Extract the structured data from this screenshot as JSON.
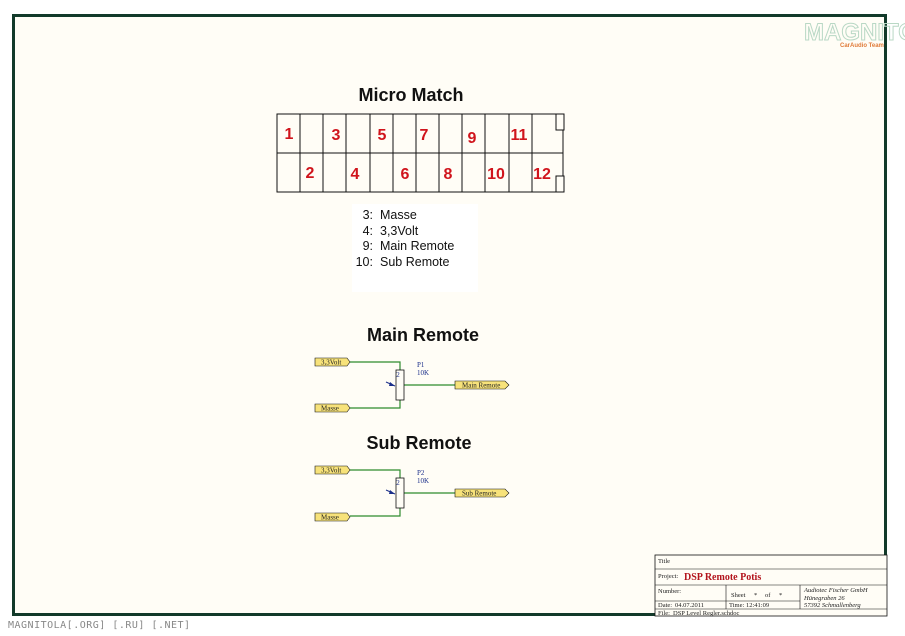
{
  "logo": {
    "brand": "MAGNITOLA",
    "tagline": "CarAudio Team"
  },
  "connector": {
    "title": "Micro Match",
    "top_pins": [
      "1",
      "3",
      "5",
      "7",
      "9",
      "11"
    ],
    "bottom_pins": [
      "2",
      "4",
      "6",
      "8",
      "10",
      "12"
    ],
    "legend": [
      {
        "num": "3:",
        "label": "Masse"
      },
      {
        "num": "4:",
        "label": "3,3Volt"
      },
      {
        "num": "9:",
        "label": "Main Remote"
      },
      {
        "num": "10:",
        "label": "Sub Remote"
      }
    ]
  },
  "main_remote": {
    "title": "Main Remote",
    "net_supply": "3,3Volt",
    "net_ground": "Masse",
    "ref": "P1",
    "value": "10K",
    "pin_mark": "2",
    "net_out": "Main Remote"
  },
  "sub_remote": {
    "title": "Sub Remote",
    "net_supply": "3,3Volt",
    "net_ground": "Masse",
    "ref": "P2",
    "value": "10K",
    "pin_mark": "2",
    "net_out": "Sub Remote"
  },
  "title_block": {
    "title_label": "Title",
    "project_label": "Project:",
    "project": "DSP Remote Potis",
    "number_label": "Number:",
    "sheet_label": "Sheet",
    "sheet_value": "*",
    "of_label": "of",
    "of_value": "*",
    "company": "Audiotec Fischer GmbH",
    "street": "Hünegraben 26",
    "city": "57392 Schmallenberg",
    "date_label": "Date:",
    "date": "04.07.2011",
    "time_label": "Time:",
    "time": "12:41:09",
    "file_label": "File:",
    "file": "DSP Level Regler.schdoc"
  },
  "footer": "MAGNITOLA[.ORG] [.RU] [.NET]",
  "colors": {
    "frame": "#123a2a",
    "paper": "#fffdf6",
    "pin": "#d0141c",
    "wire": "#2e8b2e",
    "netfill": "#f7e27a",
    "component": "#1b2f8a"
  }
}
